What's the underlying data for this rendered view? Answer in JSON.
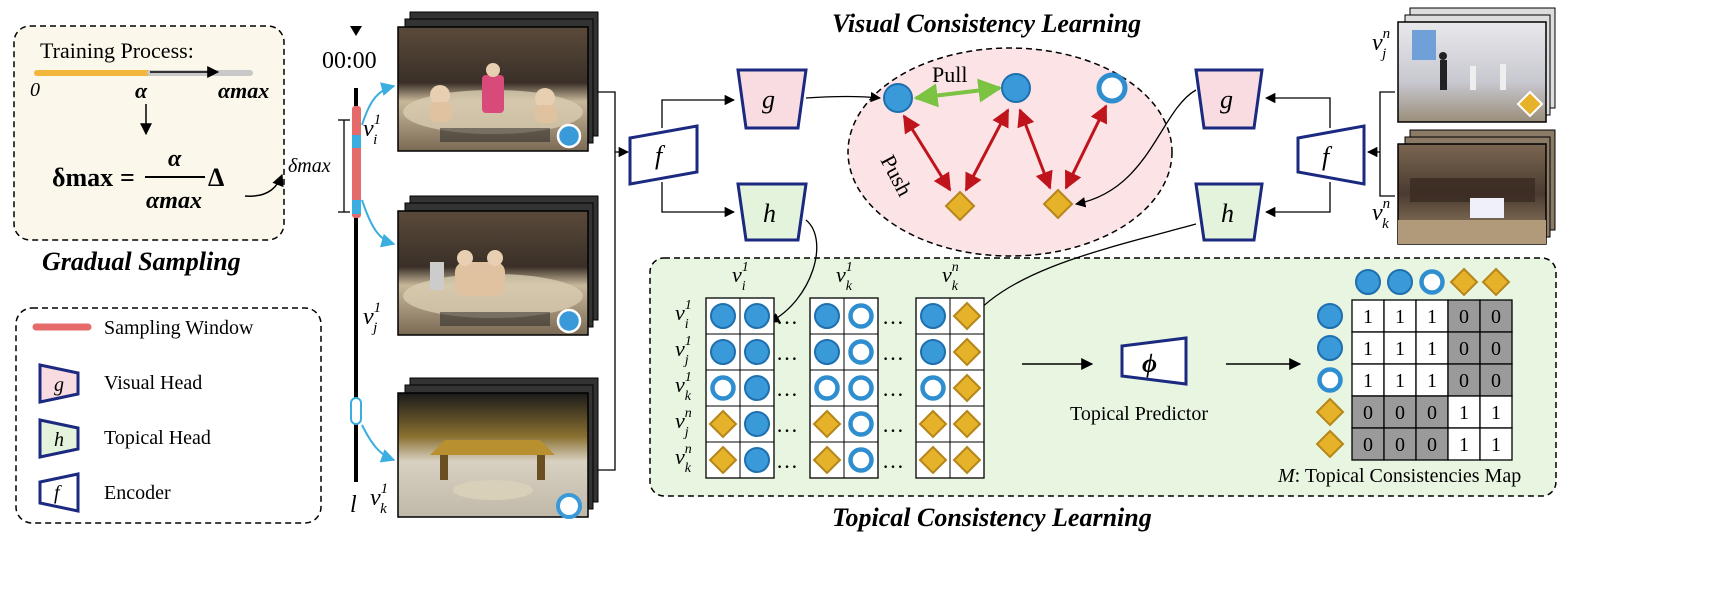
{
  "gradual_sampling": {
    "title": "Gradual Sampling",
    "training_process": "Training Process:",
    "zero": "0",
    "alpha": "α",
    "alpha_max": "αmax",
    "delta_max_lhs": "δmax",
    "equals": "=",
    "num": "α",
    "den": "αmax",
    "delta": "Δ",
    "delta_max_label": "δmax"
  },
  "legend": {
    "sampling_window": "Sampling Window",
    "visual_head": "Visual Head",
    "topical_head": "Topical Head",
    "encoder": "Encoder",
    "g": "g",
    "h": "h",
    "f": "f"
  },
  "timeline": {
    "time": "00:00",
    "end": "l",
    "frames": [
      {
        "sym": "v",
        "sub": "i",
        "sup": "1",
        "marker": "circle-filled"
      },
      {
        "sym": "v",
        "sub": "j",
        "sup": "1",
        "marker": "circle-filled"
      },
      {
        "sym": "v",
        "sub": "k",
        "sup": "1",
        "marker": "circle-open"
      }
    ]
  },
  "visual_consistency": {
    "title": "Visual Consistency Learning",
    "pull": "Pull",
    "push": "Push"
  },
  "topical_consistency": {
    "title": "Topical Consistency Learning",
    "predictor_symbol": "ϕ",
    "predictor_label": "Topical Predictor",
    "map_prefix": "M",
    "map_label": ": Topical Consistencies Map",
    "dots": "…",
    "row_labels": [
      {
        "sub": "i",
        "sup": "1"
      },
      {
        "sub": "j",
        "sup": "1"
      },
      {
        "sub": "k",
        "sup": "1"
      },
      {
        "sub": "j",
        "sup": "n"
      },
      {
        "sub": "k",
        "sup": "n"
      }
    ],
    "col_labels": [
      {
        "sub": "i",
        "sup": "1"
      },
      {
        "sub": "k",
        "sup": "1"
      },
      {
        "sub": "k",
        "sup": "n"
      }
    ],
    "map_values": [
      [
        "1",
        "1",
        "1",
        "0",
        "0"
      ],
      [
        "1",
        "1",
        "1",
        "0",
        "0"
      ],
      [
        "1",
        "1",
        "1",
        "0",
        "0"
      ],
      [
        "0",
        "0",
        "0",
        "1",
        "1"
      ],
      [
        "0",
        "0",
        "0",
        "1",
        "1"
      ]
    ]
  },
  "right_frames": [
    {
      "sym": "v",
      "sub": "j",
      "sup": "n"
    },
    {
      "sym": "v",
      "sub": "k",
      "sup": "n"
    }
  ],
  "colors": {
    "blue": "#3a9ad9",
    "gold": "#e0b020",
    "pink_bg": "#fbe3e6",
    "green_bg": "#e8f5e1",
    "cream_bg": "#fbf7ea",
    "red_arrow": "#c0141c",
    "green_arrow": "#7cc243",
    "navy": "#1b2a80",
    "orange_bar": "#f2b63a",
    "sampling_red": "#e56a6a"
  }
}
